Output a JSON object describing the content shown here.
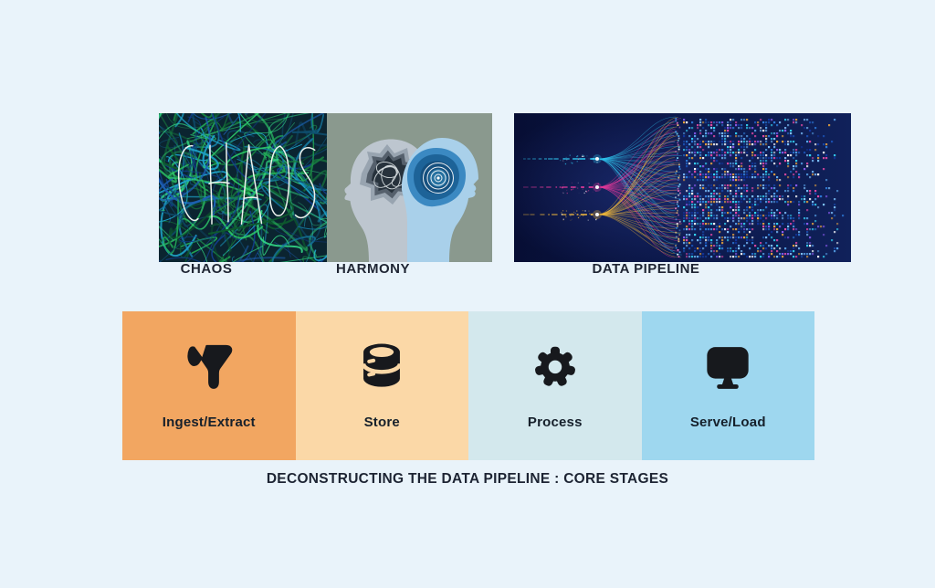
{
  "page": {
    "background": "#e9f3fa",
    "text_color": "#1f2533"
  },
  "gallery": {
    "items": [
      {
        "label": "CHAOS"
      },
      {
        "label": "HARMONY"
      },
      {
        "label": "DATA PIPELINE"
      }
    ]
  },
  "stages": {
    "caption": "DECONSTRUCTING THE DATA PIPELINE : CORE STAGES",
    "icon_color": "#17191d",
    "cards": [
      {
        "label": "Ingest/Extract",
        "icon": "funnel-icon",
        "color": "#f2a661"
      },
      {
        "label": "Store",
        "icon": "database-icon",
        "color": "#fbd8a7"
      },
      {
        "label": "Process",
        "icon": "gear-icon",
        "color": "#d3e8ed"
      },
      {
        "label": "Serve/Load",
        "icon": "monitor-icon",
        "color": "#9ed7ef"
      }
    ]
  }
}
